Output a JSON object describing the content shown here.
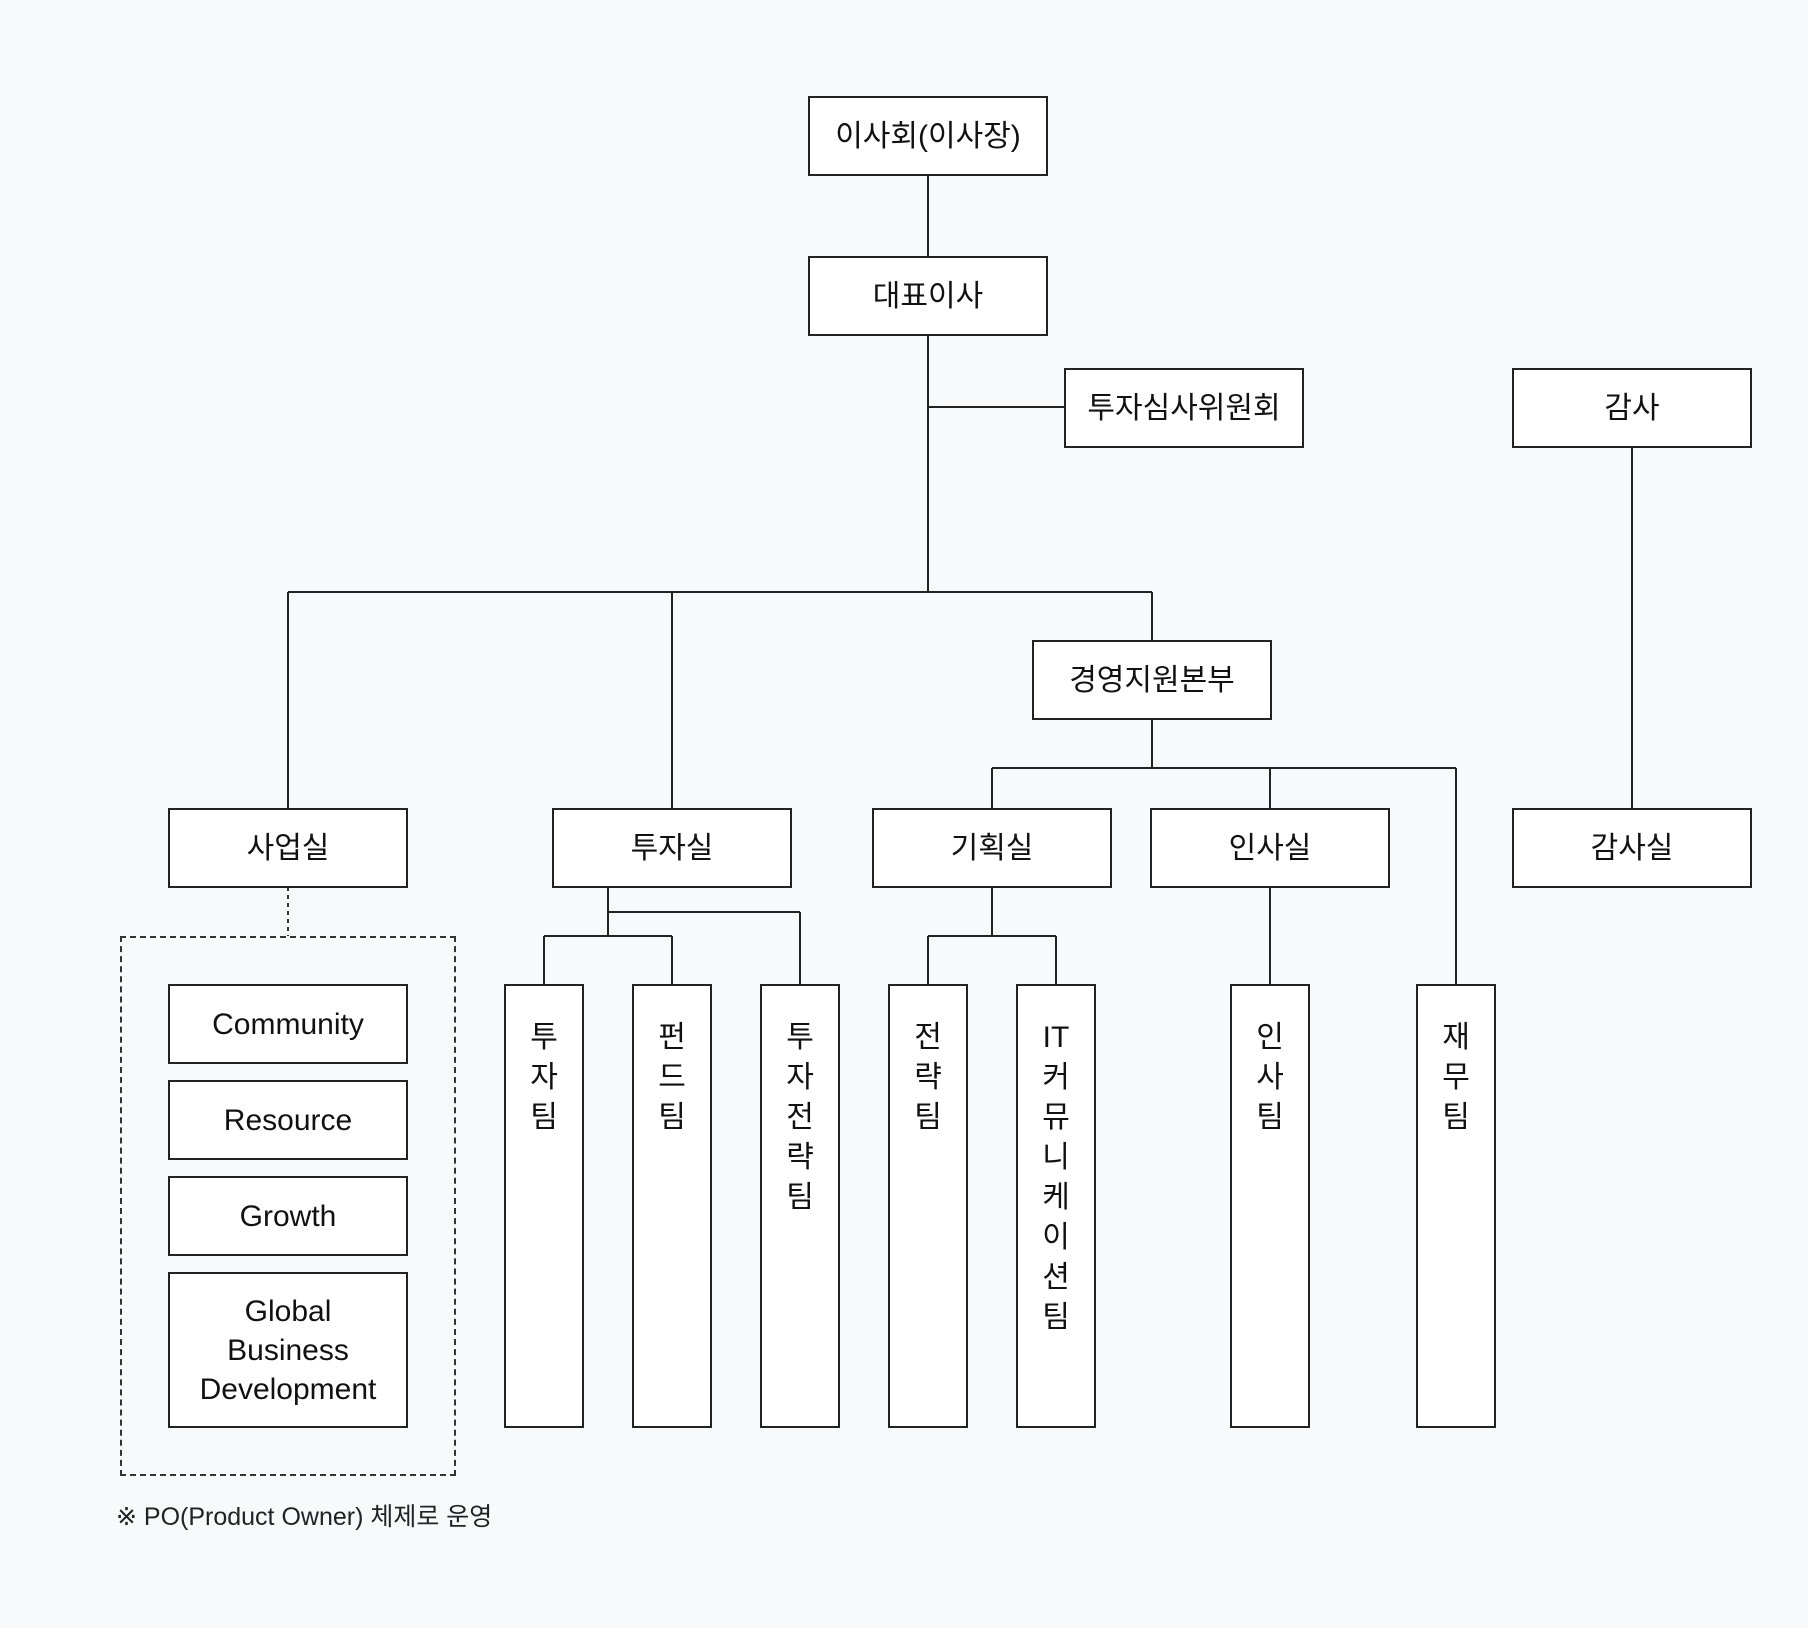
{
  "nodes": {
    "board": "이사회(이사장)",
    "ceo": "대표이사",
    "investment_committee": "투자심사위원회",
    "audit": "감사",
    "management_hq": "경영지원본부",
    "business_office": "사업실",
    "investment_office": "투자실",
    "planning_office": "기획실",
    "hr_office": "인사실",
    "audit_office": "감사실"
  },
  "po_teams": [
    "Community",
    "Resource",
    "Growth",
    "Global Business Development"
  ],
  "teams": {
    "investment_team": "투자팀",
    "fund_team": "펀드팀",
    "investment_strategy_team": "투자전략팀",
    "strategy_team": "전략팀",
    "it_communication_team": "IT커뮤니케이션팀",
    "hr_team": "인사팀",
    "finance_team": "재무팀"
  },
  "footnote": "※ PO(Product Owner) 체제로 운영"
}
